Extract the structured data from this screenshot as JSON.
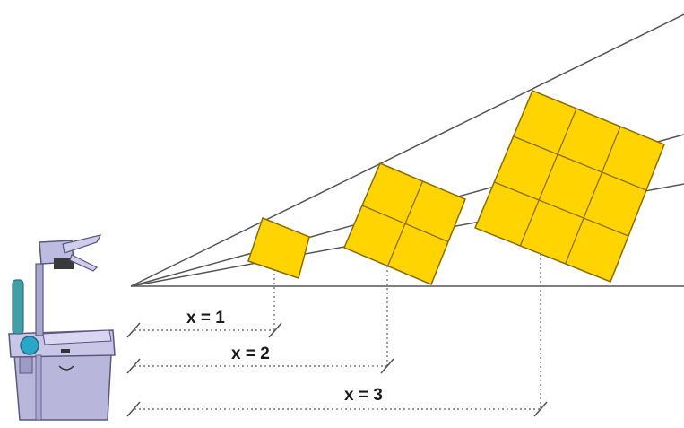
{
  "diagram": {
    "distance_labels": [
      {
        "id": "x1",
        "text": "x = 1"
      },
      {
        "id": "x2",
        "text": "x = 2"
      },
      {
        "id": "x3",
        "text": "x = 3"
      }
    ],
    "grids": [
      {
        "n": 1
      },
      {
        "n": 2
      },
      {
        "n": 3
      }
    ],
    "colors": {
      "square_fill": "#ffd400",
      "square_stroke": "#8a6d00",
      "ray": "#555555",
      "dotted": "#777777",
      "projector_body": "#b9b6dc",
      "projector_outline": "#5a5780",
      "projector_accent": "#2aa7c7"
    }
  }
}
